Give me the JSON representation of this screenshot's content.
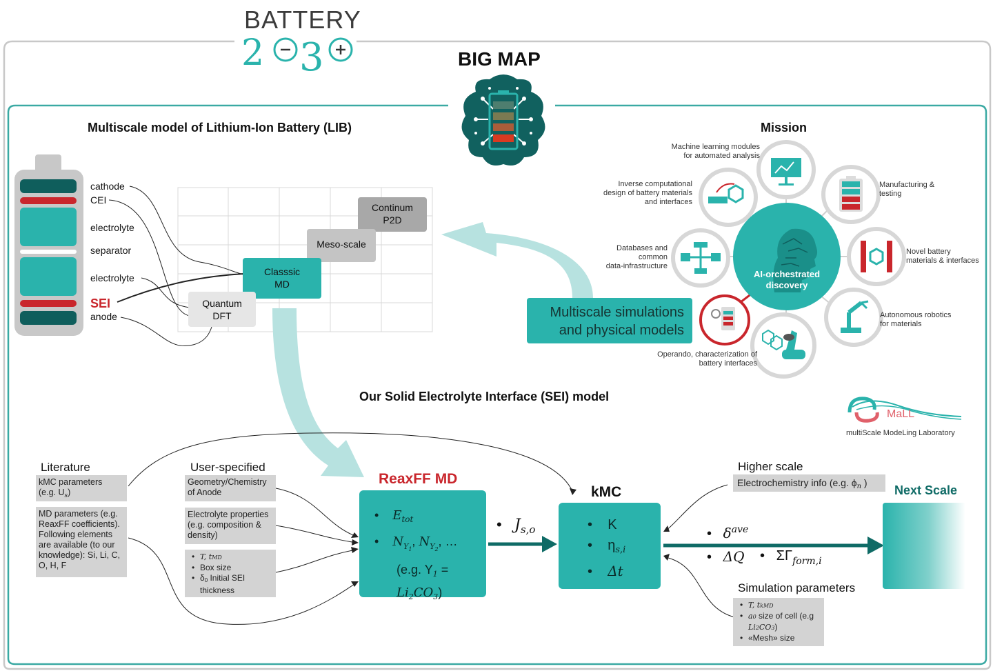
{
  "logo": {
    "line1": "BATTERY",
    "line2": "2030+"
  },
  "bigmap": {
    "title": "BIG MAP"
  },
  "lib": {
    "title": "Multiscale model of Lithium-Ion Battery (LIB)",
    "labels": [
      "cathode",
      "CEI",
      "electrolyte",
      "separator",
      "electrolyte",
      "SEI",
      "anode"
    ],
    "boxes": {
      "continuum": "Continum\nP2D",
      "meso": "Meso-scale",
      "classic": "Classsic\nMD",
      "quantum": "Quantum\nDFT"
    }
  },
  "mission": {
    "title": "Mission",
    "center": "AI-orchestrated\ndiscovery",
    "items": [
      "Machine learning modules\nfor automated analysis",
      "Inverse computational\ndesign of battery materials\nand interfaces",
      "Manufacturing &\ntesting",
      "Databases and\ncommon\ndata-infrastructure",
      "Novel battery\nmaterials & interfaces",
      "Autonomous robotics\nfor materials",
      "Operando, characterization of\nbattery interfaces"
    ],
    "multiscale_box": "Multiscale simulations\nand physical models"
  },
  "sei": {
    "title": "Our Solid Electrolyte Interface (SEI) model",
    "lab_logo": "MaLL",
    "lab_name": "multiScale ModeLing Laboratory",
    "literature": {
      "title": "Literature",
      "kmc_params": "kMC parameters\n(e.g. U",
      "kmc_params_sub": "s",
      "md_params": "MD parameters (e.g.\nReaxFF coefficients).\nFollowing elements\nare available (to our\nknowledge): Si, Li, C,\nO, H, F"
    },
    "user": {
      "title": "User-specified",
      "geometry": "Geometry/Chemistry\nof Anode",
      "electrolyte": "Electrolyte properties\n(e.g. composition &\ndensity)",
      "item_t": "T, t",
      "item_t_sub": "MD",
      "item_box": "Box size",
      "item_delta": "δ",
      "item_delta_sub": "0",
      "item_delta_rest": " Initial SEI thickness"
    },
    "reaxff": {
      "title": "ReaxFF MD",
      "e_tot": "E",
      "e_tot_sub": "tot",
      "n_items": "N",
      "example": "(e.g. Y",
      "example_rest": " =",
      "example_line2": "Li",
      "ellipsis": ", …"
    },
    "flux_label": "J",
    "flux_sub": "s,o",
    "kmc": {
      "title": "kMC",
      "k": "K",
      "eta": "η",
      "eta_sub": "s,i",
      "dt": "Δt"
    },
    "higher": {
      "title": "Higher scale",
      "info": "Electrochemistry info (e.g. ϕ",
      "info_sub": "n",
      "info_end": " )"
    },
    "outputs": {
      "delta": "δ",
      "delta_sup": "ave",
      "dq": "ΔQ",
      "gamma": "ΣΓ",
      "gamma_sub": "form,i"
    },
    "next_scale": "Next Scale",
    "sim": {
      "title": "Simulation parameters",
      "t": "T, t",
      "t_sub": "kMD",
      "a0": "a",
      "a0_sub": "0",
      "a0_rest": " size of cell (e.g",
      "a0_line2": "Li",
      "mesh": "«Mesh» size"
    }
  },
  "colors": {
    "teal": "#2ab3ac",
    "dark_teal": "#0f6b66",
    "red": "#c9262c",
    "frame": "#3aa9a3"
  }
}
